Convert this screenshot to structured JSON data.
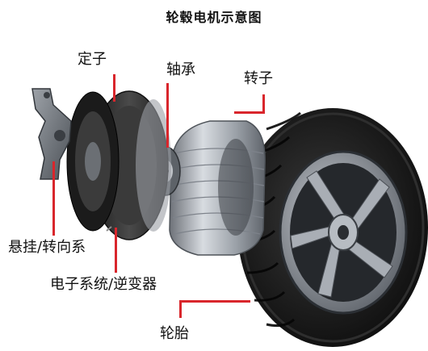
{
  "title": "轮毂电机示意图",
  "labels": {
    "stator": "定子",
    "bearing": "轴承",
    "rotor": "转子",
    "suspension": "悬挂/转向系",
    "electronics": "电子系统/逆变器",
    "tire": "轮胎"
  },
  "colors": {
    "leader": "#d9262c",
    "tire": "#1a1a1a",
    "rim": "#8a8f96",
    "rotor_silver": "#b8bcc2",
    "stator_dark": "#2a2a2a",
    "copper_coil": "#6b6b6b"
  }
}
